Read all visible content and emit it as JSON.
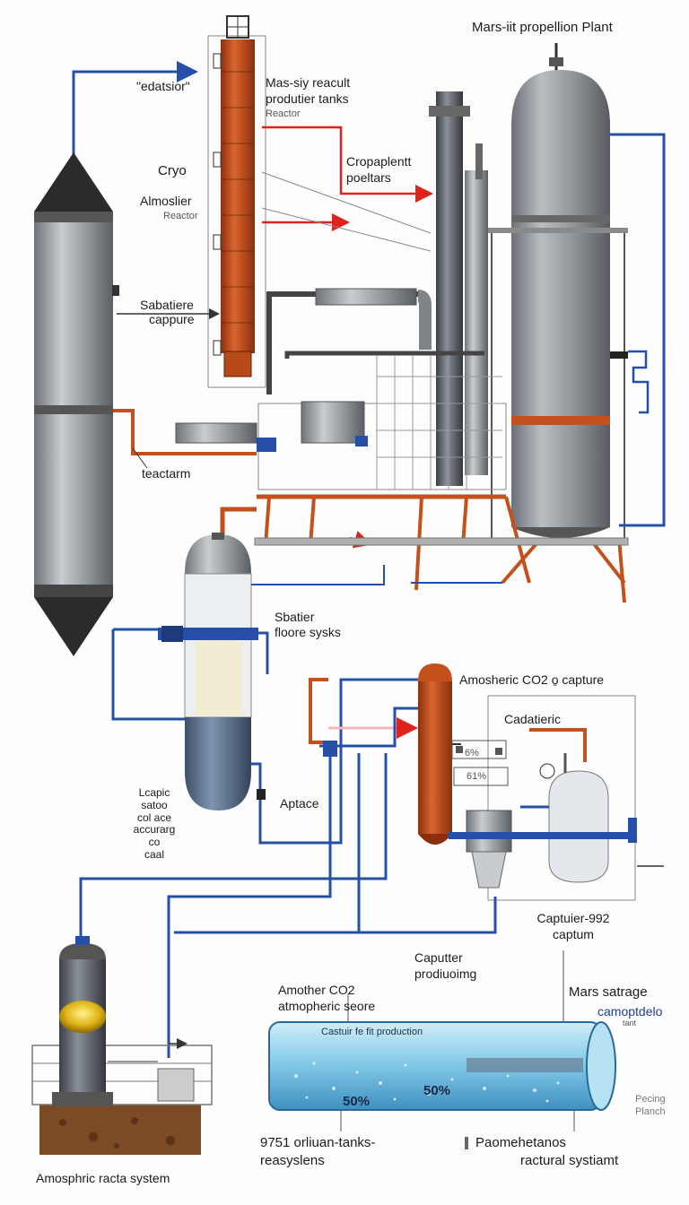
{
  "labels": {
    "title": "Mars-iit propellion Plant",
    "edatsior": "\"edatsior\"",
    "reactor_tanks_1": "Mas-siy reacult",
    "reactor_tanks_2": "produtier tanks",
    "reactor_small": "Reactor",
    "cropaplent_1": "Cropaplentt",
    "cropaplent_2": "poeltars",
    "cryo": "Cryo",
    "almosher": "Almoslier",
    "reactor_small_2": "Reactor",
    "sabatiere_1": "Sabatiere",
    "sabatiere_2": "cappure",
    "teactarm": "teactarm",
    "sbatier_1": "Sbatier",
    "sbatier_2": "floore sysks",
    "amosheric_capture": "Amosheric CO2 o̱ capture",
    "cadatieric": "Cadatieric",
    "pct_65": "6%",
    "pct_61": "61%",
    "aptace": "Aptace",
    "lcapic_1": "Lcapic",
    "lcapic_2": "satoo",
    "lcapic_3": "col ace",
    "lcapic_4": "accurarg",
    "lcapic_5": "co",
    "lcapic_6": "caal",
    "captuer_992_1": "Captuier-992",
    "captuer_992_2": "captum",
    "captuter_1": "Caputter",
    "captuter_2": "prodiuoimg",
    "amother_1": "Amother CO2",
    "amother_2": "atmopheric seore",
    "mars_satrage": "Mars satrage",
    "camoptdelo": "camoptdelo",
    "tant": "tant",
    "castuir": "Castuir fe fit production",
    "pct_50a": "50%",
    "pct_50b": "50%",
    "pecing_1": "Pecing",
    "pecing_2": "Planch",
    "tanks_1": "9751 orliuan-tanks-",
    "tanks_2": "reasyslens",
    "paomehetanos_1": "Paomehetanos",
    "paomehetanos_2": "ractural systiamt",
    "amosphric": "Amosphric racta system"
  },
  "colors": {
    "steel": "#8e9398",
    "steel_dark": "#4a4e53",
    "rust": "#c4501c",
    "pipe_blue": "#2650a8",
    "arrow_red": "#e0221c",
    "cone_black": "#2b2b2b",
    "water": "#8fd0ea"
  }
}
